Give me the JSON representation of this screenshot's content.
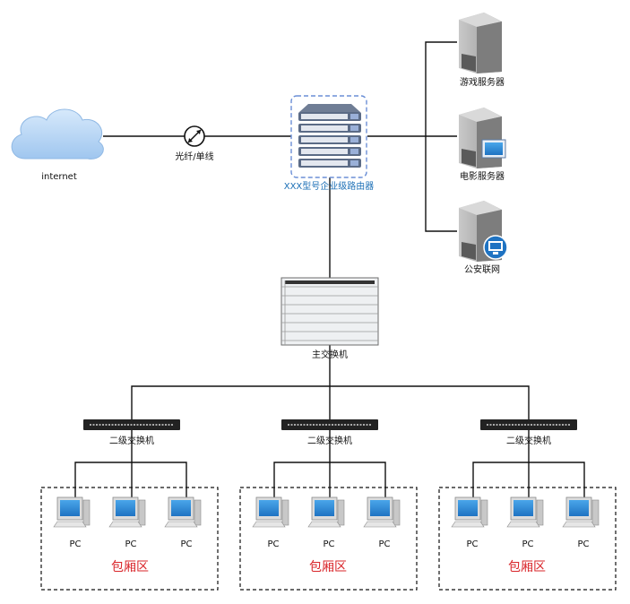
{
  "labels": {
    "internet": "internet",
    "fiber": "光纤/单线",
    "router": "XXX型号企业级路由器",
    "main_switch": "主交换机"
  },
  "servers": [
    {
      "label": "游戏服务器",
      "icon": "server-icon"
    },
    {
      "label": "电影服务器",
      "icon": "server-monitor-icon"
    },
    {
      "label": "公安联网",
      "icon": "server-globe-icon"
    }
  ],
  "zones": [
    {
      "switch_label": "二级交换机",
      "zone_label": "包厢区",
      "pcs": [
        "PC",
        "PC",
        "PC"
      ]
    },
    {
      "switch_label": "二级交换机",
      "zone_label": "包厢区",
      "pcs": [
        "PC",
        "PC",
        "PC"
      ]
    },
    {
      "switch_label": "二级交换机",
      "zone_label": "包厢区",
      "pcs": [
        "PC",
        "PC",
        "PC"
      ]
    }
  ],
  "colors": {
    "router_label": "#1b6fb6",
    "zone_label": "#d9252a",
    "cloud": "#a9cdf1",
    "server_body": "#a3a3a3",
    "monitor_screen": "#2f8fd8"
  }
}
